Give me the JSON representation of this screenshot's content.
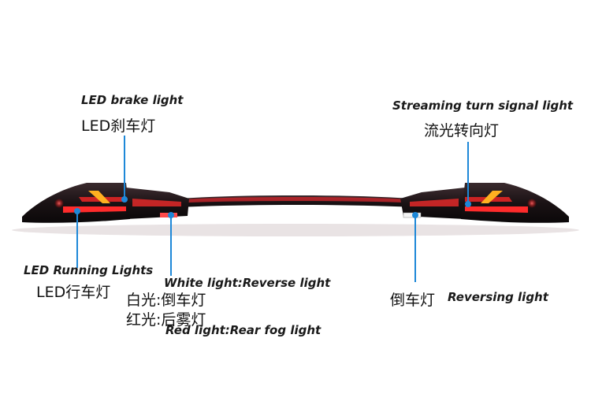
{
  "labels": {
    "brake_en": "LED brake light",
    "brake_zh": "LED刹车灯",
    "turn_en": "Streaming turn signal light",
    "turn_zh": "流光转向灯",
    "running_en": "LED Running Lights",
    "running_zh": "LED行车灯",
    "white_en": "White light:Reverse light",
    "white_zh": "白光:倒车灯",
    "red_zh": "红光:后雾灯",
    "red_en": "Red light:Rear fog light",
    "reversing_zh": "倒车灯",
    "reversing_en": "Reversing light"
  },
  "colors": {
    "pointer": "#1e88d8",
    "housing": "#1a1416",
    "red_glow": "#ff2a2a",
    "amber": "#ffb020"
  }
}
